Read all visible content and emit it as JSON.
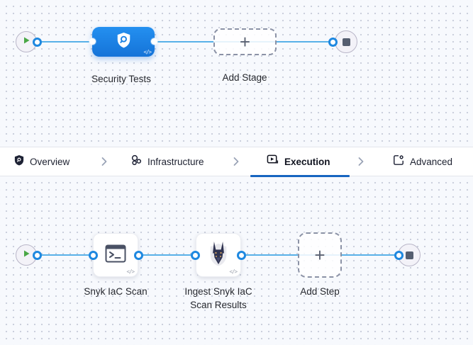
{
  "stage_flow": {
    "stage_node": {
      "label": "Security Tests",
      "icon": "shield-scan-icon",
      "code_badge": "</>"
    },
    "add_stage": {
      "label": "Add Stage",
      "plus": "+"
    }
  },
  "tab_bar": {
    "tabs": [
      {
        "label": "Overview",
        "icon": "shield-icon",
        "active": false
      },
      {
        "label": "Infrastructure",
        "icon": "infrastructure-icon",
        "active": false
      },
      {
        "label": "Execution",
        "icon": "execution-play-icon",
        "active": true
      },
      {
        "label": "Advanced",
        "icon": "template-gear-icon",
        "active": false
      }
    ]
  },
  "step_flow": {
    "steps": [
      {
        "label": "Snyk IaC Scan",
        "icon": "terminal-icon",
        "code_badge": "</>"
      },
      {
        "label": "Ingest Snyk IaC Scan Results",
        "icon": "snyk-dog-icon",
        "code_badge": "</>"
      }
    ],
    "add_step": {
      "label": "Add Step",
      "plus": "+"
    }
  },
  "colors": {
    "stage_node_blue": "#1b82e4",
    "connector_blue": "#58b1e8",
    "port_blue": "#1e88e0",
    "active_tab_underline": "#1665c0",
    "play_green": "#4aa746",
    "stop_square_gray": "#555e70",
    "canvas_bg": "#f7f9fd"
  }
}
